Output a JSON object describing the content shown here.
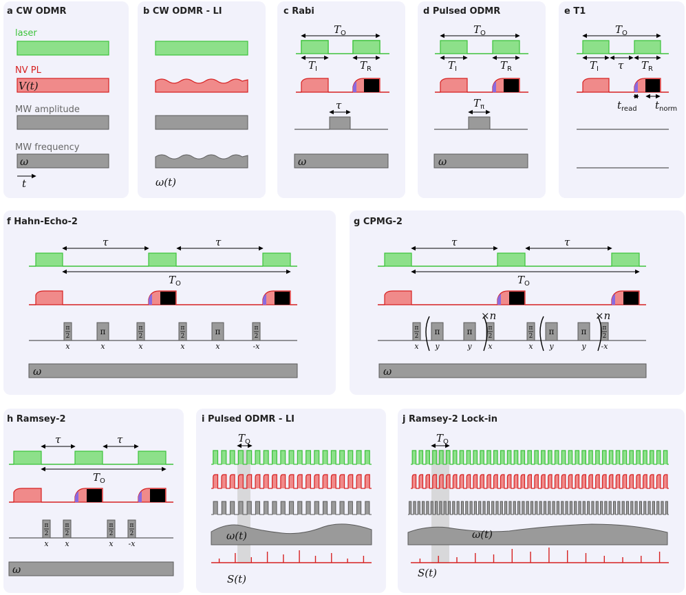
{
  "panels": {
    "a": {
      "letter": "a",
      "title": "CW ODMR"
    },
    "b": {
      "letter": "b",
      "title": "CW ODMR - LI"
    },
    "c": {
      "letter": "c",
      "title": "Rabi"
    },
    "d": {
      "letter": "d",
      "title": "Pulsed ODMR"
    },
    "e": {
      "letter": "e",
      "title": "T1"
    },
    "f": {
      "letter": "f",
      "title": "Hahn-Echo-2"
    },
    "g": {
      "letter": "g",
      "title": "CPMG-2"
    },
    "h": {
      "letter": "h",
      "title": "Ramsey-2"
    },
    "i": {
      "letter": "i",
      "title": "Pulsed ODMR - LI"
    },
    "j": {
      "letter": "j",
      "title": "Ramsey-2 Lock-in"
    }
  },
  "labels": {
    "laser": "laser",
    "nv_pl": "NV PL",
    "v_t": "V(t)",
    "mw_amplitude": "MW amplitude",
    "mw_frequency": "MW frequency",
    "omega": "ω",
    "t": "t",
    "omega_t": "ω(t)",
    "s_t": "S(t)",
    "tau": "τ",
    "T": "T",
    "t_small": "t",
    "sub_O": "O",
    "sub_I": "I",
    "sub_R": "R",
    "sub_pi": "π",
    "sub_read": "read",
    "sub_norm": "norm",
    "times_n": "×n",
    "pi": "π",
    "pi_half_num": "π",
    "pi_half_den": "2"
  },
  "phases": {
    "f": [
      "x",
      "x",
      "x",
      "x",
      "x",
      "-x"
    ],
    "g": [
      "x",
      "y",
      "y",
      "x",
      "x",
      "y",
      "y",
      "-x"
    ],
    "h": [
      "x",
      "x",
      "x",
      "-x"
    ]
  },
  "colors": {
    "laser": "#3cc23a",
    "laser_fill": "#8de08a",
    "pl": "#d62020",
    "pl_fill": "#f08a8a",
    "mw": "#5a5a5a",
    "mw_fill": "#9a9a9a",
    "readout": "#000000",
    "transition": "#8a6ae0",
    "panel_bg": "#f2f2fb"
  }
}
